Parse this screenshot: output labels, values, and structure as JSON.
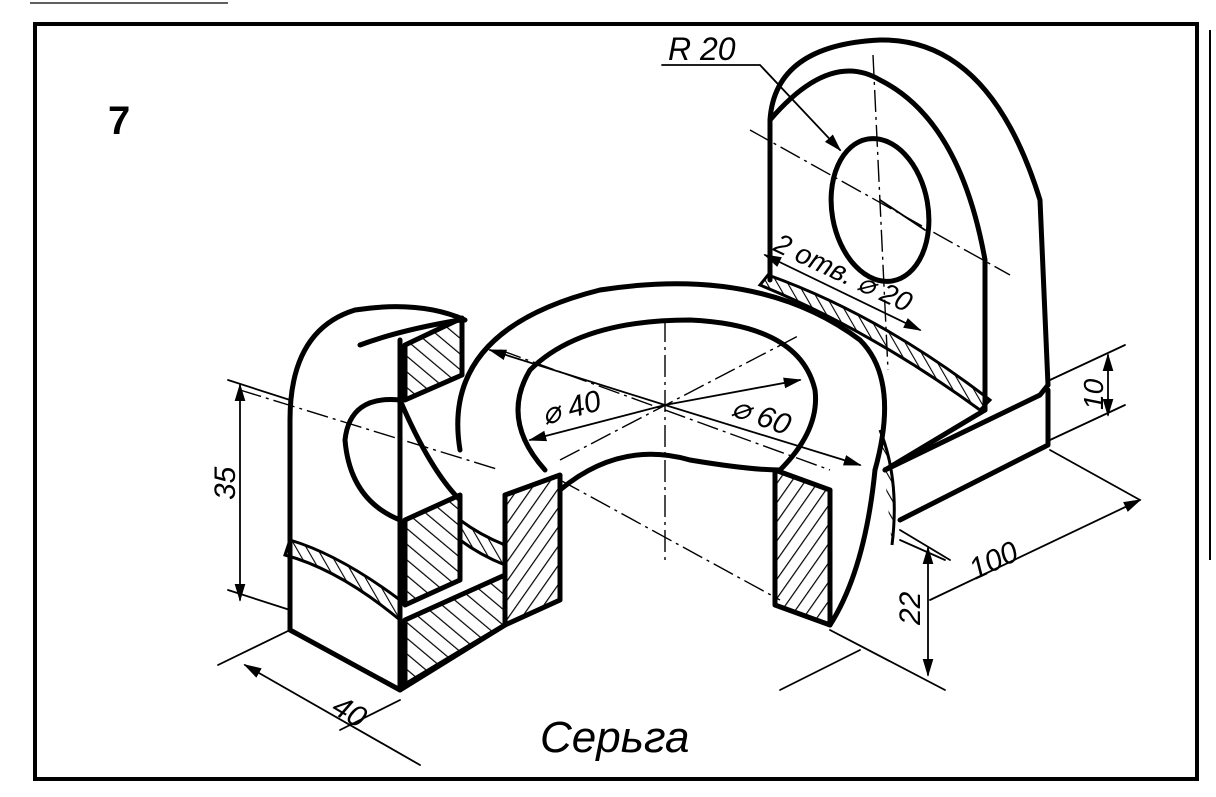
{
  "sheet": {
    "figure_number": "7",
    "title": "Серьга"
  },
  "dimensions": {
    "r20": "R 20",
    "holes": "2 отв. ⌀ 20",
    "d40": "⌀ 40",
    "d60": "⌀ 60",
    "h35": "35",
    "w40": "40",
    "l100": "100",
    "h22": "22",
    "t10": "10"
  }
}
